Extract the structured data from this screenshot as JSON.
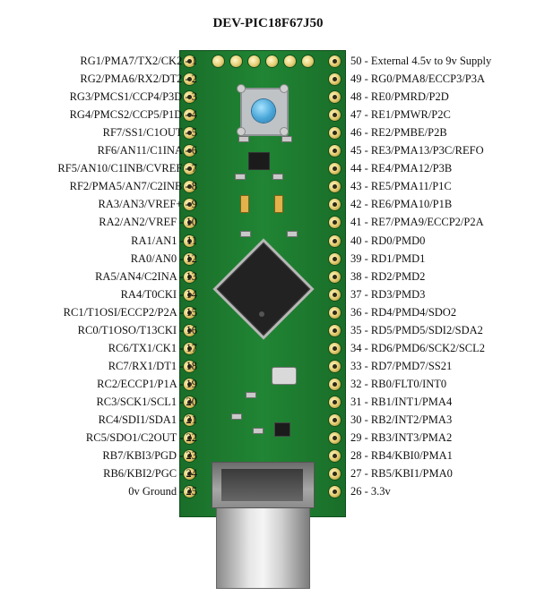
{
  "title": "DEV-PIC18F67J50",
  "left_pins": [
    "RG1/PMA7/TX2/CK2 - 1",
    "RG2/PMA6/RX2/DT2 - 2",
    "RG3/PMCS1/CCP4/P3D - 3",
    "RG4/PMCS2/CCP5/P1D - 4",
    "RF7/SS1/C1OUT - 5",
    "RF6/AN11/C1INA - 6",
    "RF5/AN10/C1INB/CVREF - 7",
    "RF2/PMA5/AN7/C2INB - 8",
    "RA3/AN3/VREF+ - 9",
    "RA2/AN2/VREF - 10",
    "RA1/AN1 - 11",
    "RA0/AN0 - 12",
    "RA5/AN4/C2INA - 13",
    "RA4/T0CKI - 14",
    "RC1/T1OSI/ECCP2/P2A - 15",
    "RC0/T1OSO/T13CKI - 16",
    "RC6/TX1/CK1 - 17",
    "RC7/RX1/DT1 - 18",
    "RC2/ECCP1/P1A - 19",
    "RC3/SCK1/SCL1 - 20",
    "RC4/SDI1/SDA1 - 21",
    "RC5/SDO1/C2OUT - 22",
    "RB7/KBI3/PGD - 23",
    "RB6/KBI2/PGC - 24",
    "0v Ground - 25"
  ],
  "right_pins": [
    "50 - External 4.5v to 9v  Supply",
    "49 - RG0/PMA8/ECCP3/P3A",
    "48 - RE0/PMRD/P2D",
    "47 - RE1/PMWR/P2C",
    "46 - RE2/PMBE/P2B",
    "45 - RE3/PMA13/P3C/REFO",
    "44 - RE4/PMA12/P3B",
    "43 - RE5/PMA11/P1C",
    "42 - RE6/PMA10/P1B",
    "41 - RE7/PMA9/ECCP2/P2A",
    "40 - RD0/PMD0",
    "39 - RD1/PMD1",
    "38 - RD2/PMD2",
    "37 - RD3/PMD3",
    "36 - RD4/PMD4/SDO2",
    "35 - RD5/PMD5/SDI2/SDA2",
    "34 - RD6/PMD6/SCK2/SCL2",
    "33 - RD7/PMD7/SS21",
    "32 - RB0/FLT0/INT0",
    "31 - RB1/INT1/PMA4",
    "30 - RB2/INT2/PMA3",
    "29 - RB3/INT3/PMA2",
    "28 - RB4/KBI0/PMA1",
    "27 - RB5/KBI1/PMA0",
    "26 - 3.3v"
  ],
  "colors": {
    "board": "#1d7a2e",
    "pad": "#e8d27a",
    "button": "#4aa6d8"
  }
}
